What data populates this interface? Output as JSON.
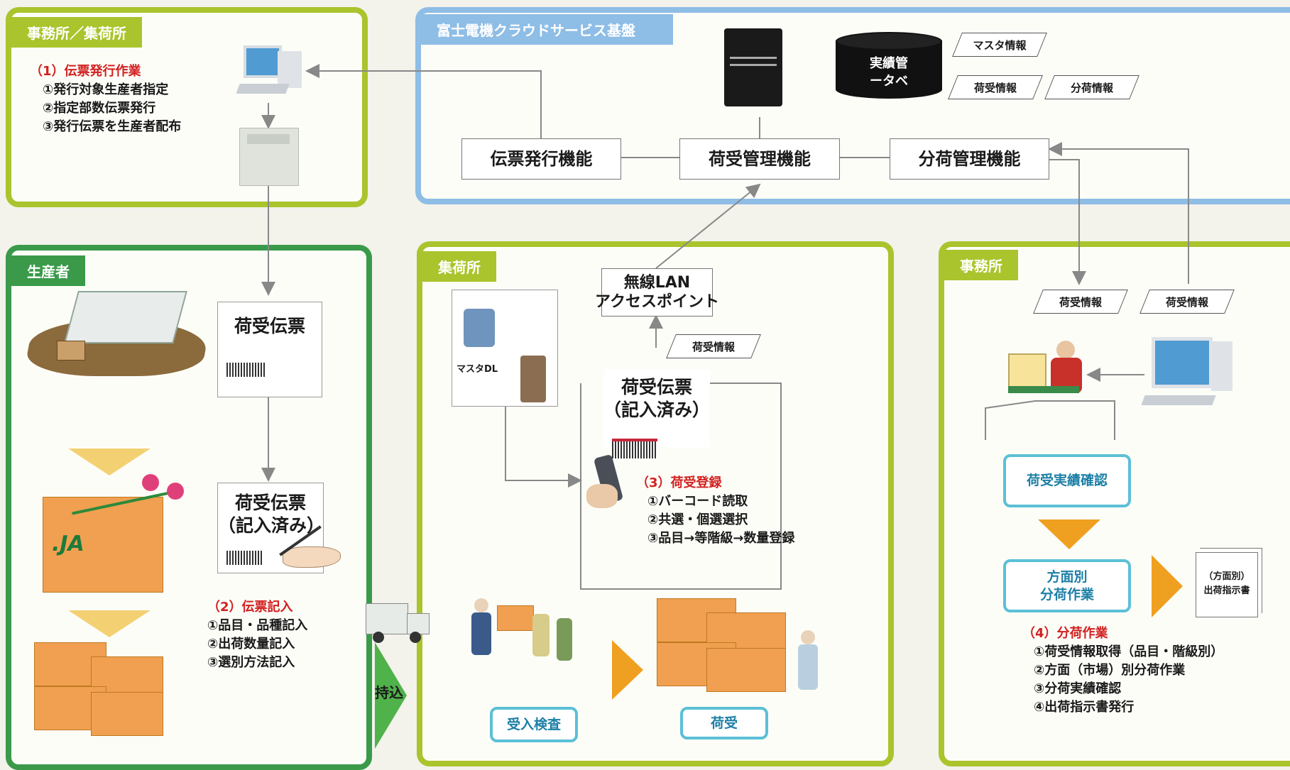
{
  "panels": {
    "office_top": {
      "tab": "事務所／集荷所"
    },
    "cloud": {
      "tab": "富士電機クラウドサービス基盤"
    },
    "producer": {
      "tab": "生産者"
    },
    "collection": {
      "tab": "集荷所"
    },
    "office_right": {
      "tab": "事務所"
    }
  },
  "cloud": {
    "functions": [
      "伝票発行機能",
      "荷受管理機能",
      "分荷管理機能"
    ],
    "db_text": [
      "実績管",
      "ータベ"
    ],
    "info_tags": [
      "マスタ情報",
      "荷受情報",
      "分荷情報"
    ]
  },
  "step1": {
    "title": "（1）伝票発行作業",
    "items": [
      "①発行対象生産者指定",
      "②指定部数伝票発行",
      "③発行伝票を生産者配布"
    ]
  },
  "producer": {
    "slip_blank": "荷受伝票",
    "slip_filled": [
      "荷受伝票",
      "（記入済み）"
    ],
    "ja_logo": ".JA"
  },
  "step2": {
    "title": "（2）伝票記入",
    "items": [
      "①品目・品種記入",
      "②出荷数量記入",
      "③選別方法記入"
    ]
  },
  "carry_in": "持込",
  "collection": {
    "lan": [
      "無線LAN",
      "アクセスポイント"
    ],
    "info_tag": "荷受情報",
    "master_dl": "マスタDL",
    "slip_filled": [
      "荷受伝票",
      "（記入済み）"
    ],
    "inspection": "受入検査",
    "receiving": "荷受"
  },
  "step3": {
    "title": "（3）荷受登録",
    "items": [
      "①バーコード読取",
      "②共選・個選選択",
      "③品目→等階級→数量登録"
    ]
  },
  "office_right": {
    "info_tags": [
      "荷受情報",
      "荷受情報"
    ],
    "confirm": "荷受実績確認",
    "sorting": [
      "方面別",
      "分荷作業"
    ],
    "doc": [
      "（方面別）",
      "出荷指示書"
    ]
  },
  "step4": {
    "title": "（4）分荷作業",
    "items": [
      "①荷受情報取得（品目・階級別）",
      "②方面（市場）別分荷作業",
      "③分荷実績確認",
      "④出荷指示書発行"
    ]
  },
  "colors": {
    "green_light": "#a9c42c",
    "green_dark": "#3a9a4a",
    "blue": "#8ebde6",
    "orange": "#f0a020",
    "red": "#d1201f",
    "teal": "#5bc0d6"
  }
}
